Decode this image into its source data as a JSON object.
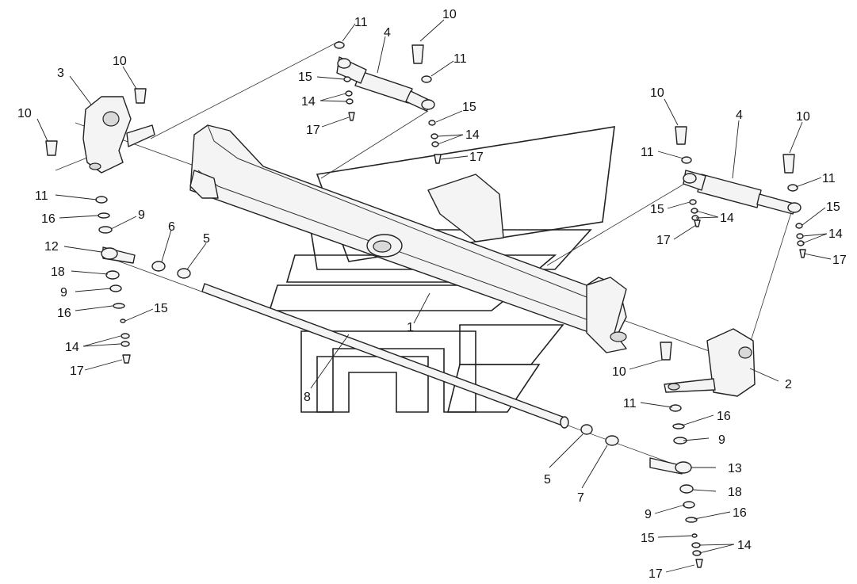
{
  "labels": {
    "c1": "1",
    "c2": "2",
    "c3": "3",
    "c4a": "4",
    "c4b": "4",
    "c5a": "5",
    "c5b": "5",
    "c6": "6",
    "c7": "7",
    "c8": "8",
    "c9a": "9",
    "c9b": "9",
    "c9c": "9",
    "c9d": "9",
    "c10a": "10",
    "c10b": "10",
    "c10c": "10",
    "c10d": "10",
    "c10e": "10",
    "c10f": "10",
    "c11a": "11",
    "c11b": "11",
    "c11c": "11",
    "c11d": "11",
    "c11e": "11",
    "c11f": "11",
    "c12": "12",
    "c13": "13",
    "c14a": "14",
    "c14b": "14",
    "c14c": "14",
    "c14d": "14",
    "c14e": "14",
    "c14f": "14",
    "c15a": "15",
    "c15b": "15",
    "c15c": "15",
    "c15d": "15",
    "c15e": "15",
    "c15f": "15",
    "c16a": "16",
    "c16b": "16",
    "c16c": "16",
    "c16d": "16",
    "c17a": "17",
    "c17b": "17",
    "c17c": "17",
    "c17d": "17",
    "c17e": "17",
    "c17f": "17",
    "c18a": "18",
    "c18b": "18"
  }
}
